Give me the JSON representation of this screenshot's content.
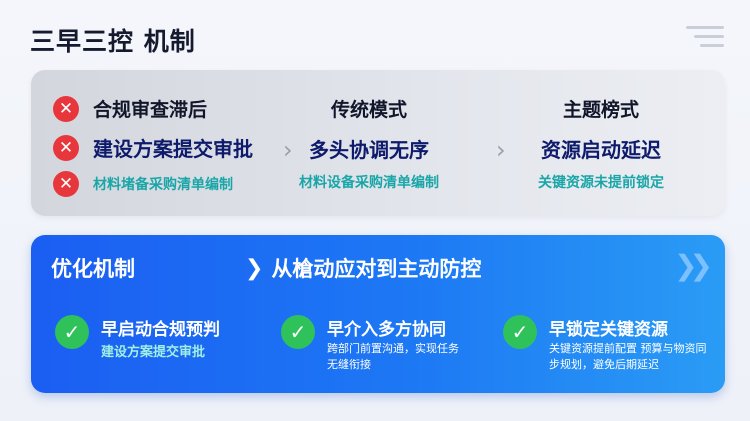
{
  "page_title": "三早三控 机制",
  "old": {
    "col1": {
      "head": "合规审查滞后",
      "big": "建设方案提交审批",
      "small": "材料堵备采购清单编制"
    },
    "col2": {
      "head": "传统模式",
      "big": "多头协调无序",
      "small": "材料设备采购清单编制"
    },
    "col3": {
      "head": "主题榜式",
      "big": "资源启动延迟",
      "small": "关键资源未提前锁定"
    },
    "x_icon": "✕",
    "arrow_icon": "›"
  },
  "new": {
    "title": "优化机制",
    "slogan": "从槍动应对到主动防控",
    "chevron_icon": "❯",
    "dbl_chevron_icon": "❯❯",
    "check_icon": "✓",
    "items": [
      {
        "title": "早启动合规预判",
        "sub": "建设方案提交审批",
        "desc": ""
      },
      {
        "title": "早介入多方协同",
        "sub": "",
        "desc": "跨部门前置沟通，实现任务无缝衔接"
      },
      {
        "title": "早锁定关键资源",
        "sub": "",
        "desc": "关键资源提前配置 预算与物资同步规划，避免后期延迟"
      }
    ]
  }
}
